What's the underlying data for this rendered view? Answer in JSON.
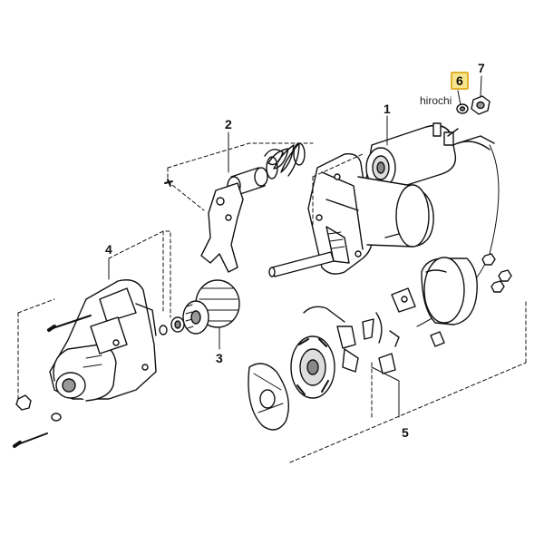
{
  "callouts": {
    "c1": "1",
    "c2": "2",
    "c3": "3",
    "c4": "4",
    "c5": "5",
    "c6": "6",
    "c7": "7"
  },
  "watermark": "hirochi",
  "colors": {
    "line": "#111111",
    "highlight_fill": "#f6e58d",
    "highlight_border": "#e1b12c",
    "part_fill": "#ffffff",
    "shade": "#cfcfcf"
  }
}
